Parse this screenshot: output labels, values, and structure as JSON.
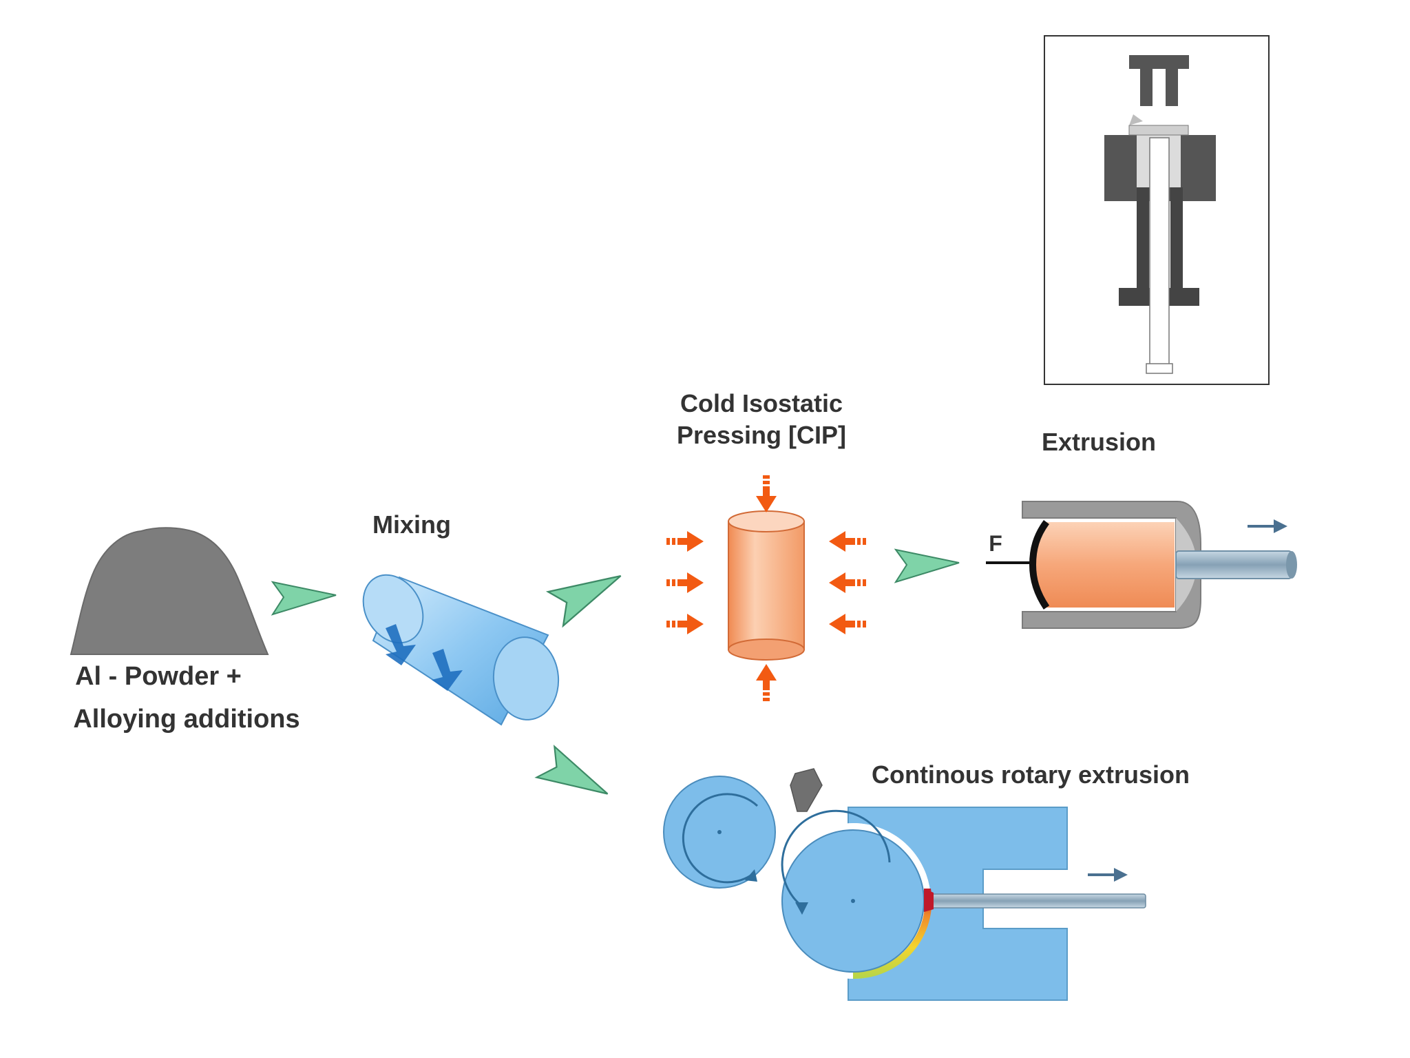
{
  "labels": {
    "powder_line1": "Al - Powder +",
    "powder_line2": "Alloying additions",
    "mixing": "Mixing",
    "cip_line1": "Cold Isostatic",
    "cip_line2": "Pressing [CIP]",
    "extrusion": "Extrusion",
    "force": "F",
    "rotary": "Continous rotary extrusion"
  },
  "colors": {
    "flow_arrow": "#7fd3a8",
    "mixer_blue": "#8ec8f2",
    "cip_orange": "#f7a77a",
    "pressure_arrow": "#f25a12",
    "die_gray": "#9a9a9a",
    "press_dark": "#555555",
    "rotary_blue": "#7dbdea"
  },
  "icons": {
    "powder": "powder-heap-icon",
    "mixer": "mixing-drum-icon",
    "cip": "cip-cylinder-icon",
    "extruder": "extrusion-press-icon",
    "rotary": "rotary-extrusion-icon",
    "inset": "hydraulic-press-icon"
  }
}
